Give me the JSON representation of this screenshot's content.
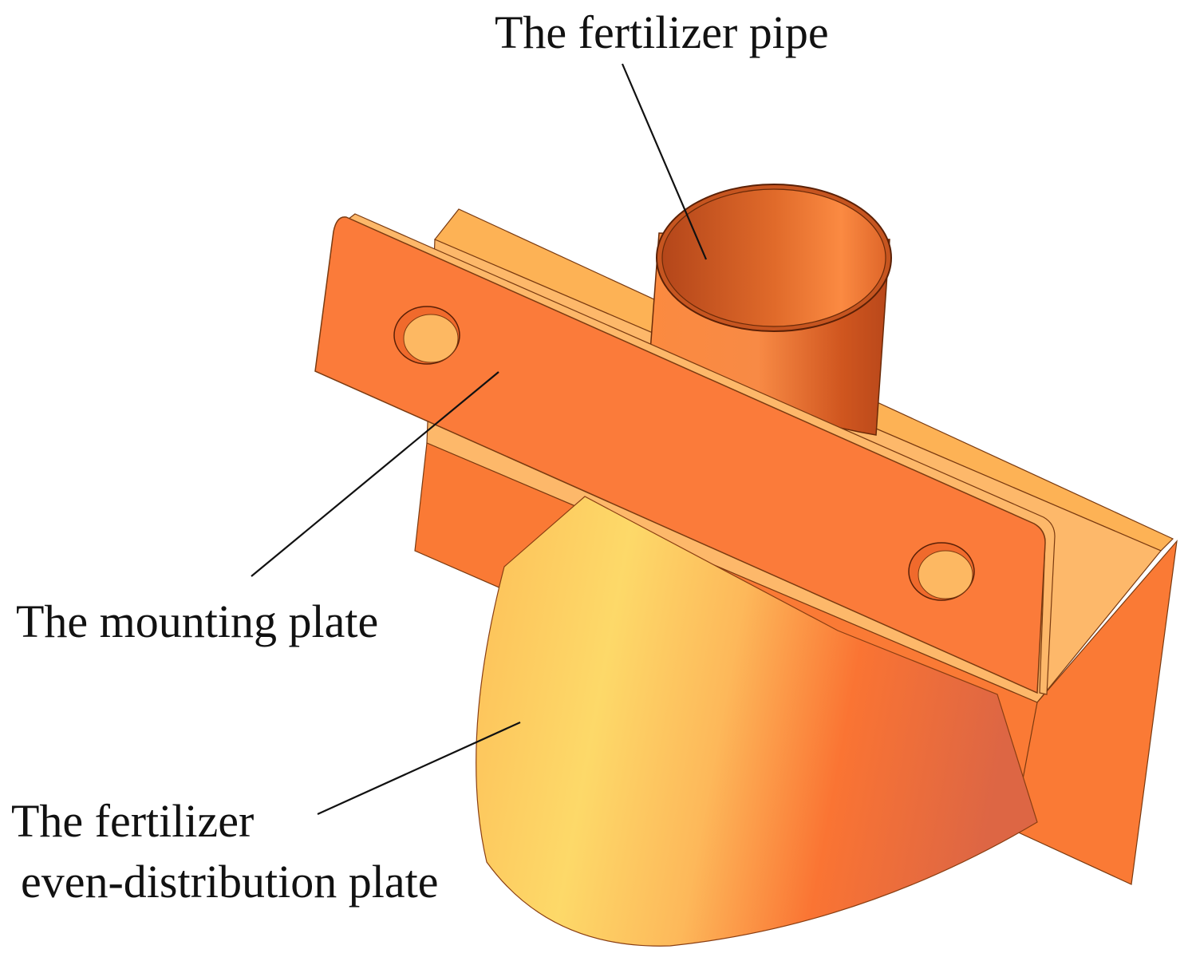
{
  "labels": {
    "fertilizer_pipe": "The fertilizer pipe",
    "mounting_plate": "The mounting plate",
    "distribution_plate_line1": "The fertilizer",
    "distribution_plate_line2": "even-distribution plate"
  },
  "colors": {
    "background": "#ffffff",
    "mounting_plate": "#fb7b3a",
    "bracket_top": "#fdb255",
    "bracket_side": "#fa7a35",
    "pipe_outer": "#f17c3a",
    "pipe_inner_dark": "#b94a1a",
    "distribution_plate_light": "#fdd869",
    "distribution_plate_dark": "#f26a33",
    "leader_line": "#111111"
  }
}
